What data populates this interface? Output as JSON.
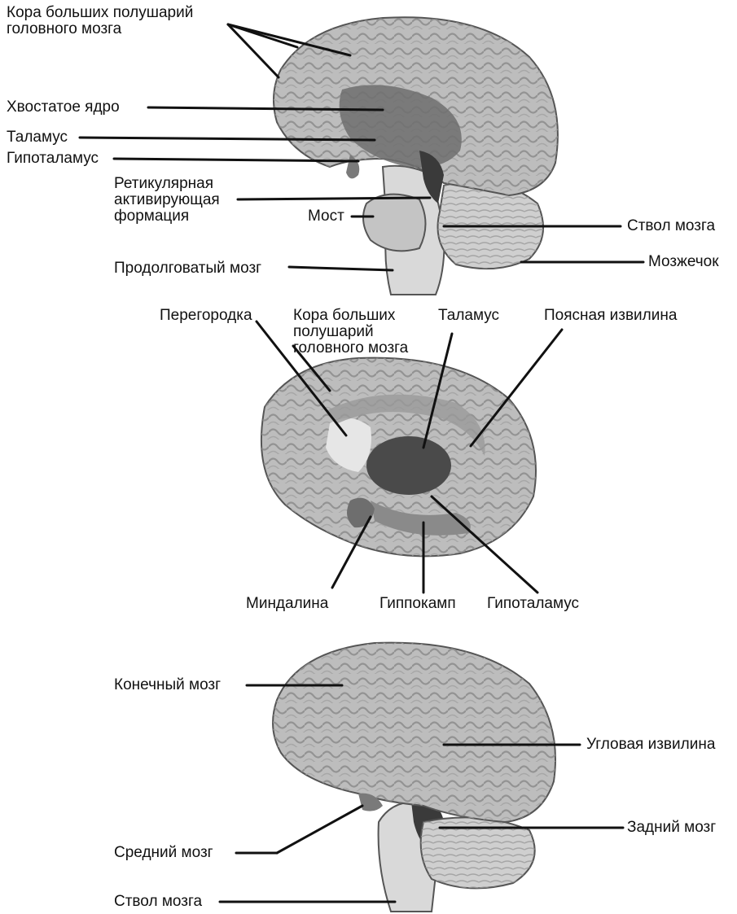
{
  "colors": {
    "background": "#ffffff",
    "tissue": "#bdbdbd",
    "tissue_light": "#d9d9d9",
    "shading": "#8c8c8c",
    "deep": "#3a3a3a",
    "line": "#111111"
  },
  "diagram_top": {
    "labels": {
      "cortex": "Кора больших полушарий\nголовного мозга",
      "caudate": "Хвостатое ядро",
      "thalamus": "Таламус",
      "hypothalamus": "Гипоталамус",
      "reticular": "Ретикулярная\nактивирующая\nформация",
      "pons": "Мост",
      "brainstem": "Ствол мозга",
      "medulla": "Продолговатый мозг",
      "cerebellum": "Мозжечок"
    }
  },
  "diagram_middle": {
    "labels": {
      "septum": "Перегородка",
      "cortex": "Кора больших\nполушарий\nголовного мозга",
      "thalamus": "Таламус",
      "cingulate": "Поясная извилина",
      "amygdala": "Миндалина",
      "hippocampus": "Гиппокамп",
      "hypothalamus": "Гипоталамус"
    }
  },
  "diagram_bottom": {
    "labels": {
      "telencephalon": "Конечный мозг",
      "angular": "Угловая извилина",
      "midbrain": "Средний мозг",
      "hindbrain": "Задний мозг",
      "brainstem": "Ствол мозга"
    }
  }
}
